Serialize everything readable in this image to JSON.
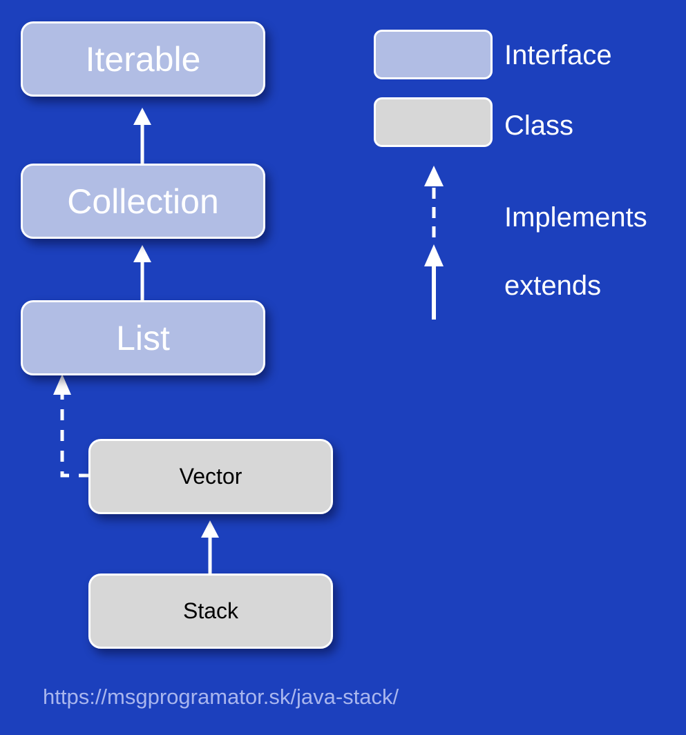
{
  "nodes": {
    "iterable": "Iterable",
    "collection": "Collection",
    "list": "List",
    "vector": "Vector",
    "stack": "Stack"
  },
  "legend": {
    "interface": "Interface",
    "class": "Class",
    "implements": "Implements",
    "extends": "extends"
  },
  "footer": "https://msgprogramator.sk/java-stack/",
  "colors": {
    "background": "#1c40bd",
    "interface_fill": "#b1bde4",
    "class_fill": "#d7d7d7",
    "arrow": "#ffffff"
  }
}
